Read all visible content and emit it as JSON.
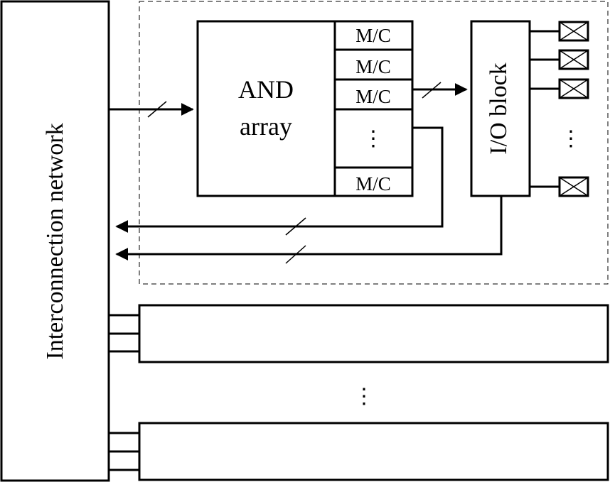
{
  "interconnect": {
    "label": "Interconnection network"
  },
  "and_array": {
    "line1": "AND",
    "line2": "array"
  },
  "macrocells": {
    "labels": [
      "M/C",
      "M/C",
      "M/C",
      "M/C"
    ],
    "ellipsis": "⋮"
  },
  "io_block": {
    "label": "I/O block"
  },
  "pins": {
    "ellipsis": "⋮"
  },
  "blocks": {
    "ellipsis": "⋮"
  },
  "colors": {
    "stroke": "#000000",
    "background": "#ffffff"
  }
}
